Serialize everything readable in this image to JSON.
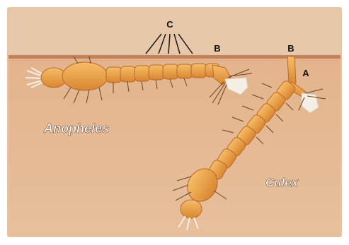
{
  "labels": {
    "c": "C",
    "b_left": "B",
    "b_right": "B",
    "a": "A",
    "anopheles": "Anopheles",
    "culex": "Culex"
  },
  "colors": {
    "background": "#ffffff",
    "water": "#e6b892",
    "air": "#e9c3a3",
    "surface_line": "#c3825a",
    "larva_body": "#f2a64e",
    "larva_dark": "#c9782a",
    "bristles": "#6a4424",
    "text_species": "#ffffff",
    "text_label": "#111111"
  }
}
